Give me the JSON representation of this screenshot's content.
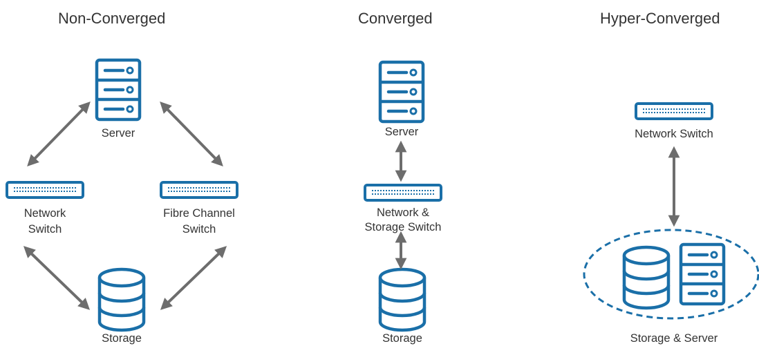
{
  "columns": [
    {
      "title": "Non-Converged",
      "labels": {
        "server": "Server",
        "network_switch_1": "Network",
        "network_switch_2": "Switch",
        "fc_switch_1": "Fibre Channel",
        "fc_switch_2": "Switch",
        "storage": "Storage"
      }
    },
    {
      "title": "Converged",
      "labels": {
        "server": "Server",
        "switch_1": "Network &",
        "switch_2": "Storage Switch",
        "storage": "Storage"
      }
    },
    {
      "title": "Hyper-Converged",
      "labels": {
        "network_switch": "Network Switch",
        "storage_server": "Storage & Server"
      }
    }
  ],
  "colors": {
    "icon_stroke": "#1a6fa8",
    "arrow": "#6d6d6d",
    "dashed_ellipse": "#1a6fa8",
    "text": "#333333"
  }
}
